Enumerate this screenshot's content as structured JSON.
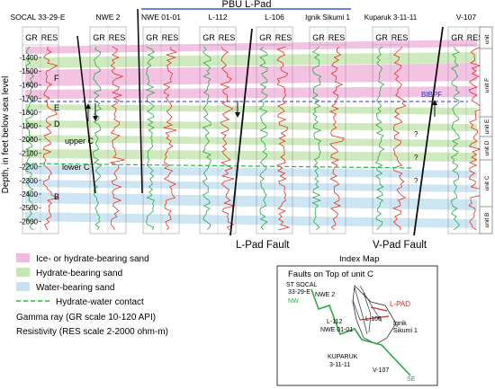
{
  "header": {
    "group_label": "PBU L-Pad"
  },
  "wells": [
    {
      "name": "SOCAL 33-29-E"
    },
    {
      "name": "NWE 2"
    },
    {
      "name": "NWE 01-01"
    },
    {
      "name": "L-112"
    },
    {
      "name": "L-106"
    },
    {
      "name": "Ignik Sikumi 1"
    },
    {
      "name": "Kuparuk 3-11-11"
    },
    {
      "name": "V-107"
    }
  ],
  "track_labels": {
    "gr": "GR",
    "res": "RES"
  },
  "y_axis": {
    "label": "Depth, in feet below sea level",
    "ticks": [
      "-1400",
      "-1500",
      "-1600",
      "-1700",
      "-1800",
      "-1900",
      "-2000",
      "-2100",
      "-2200",
      "-2300",
      "-2400",
      "-2500",
      "-2600"
    ]
  },
  "unit_column": {
    "header": "unit",
    "units": [
      "unit F",
      "unit E",
      "unit D",
      "unit C",
      "unit B"
    ]
  },
  "zone_labels": {
    "F": "F",
    "E": "E",
    "D": "D",
    "upper_c": "upper C",
    "lower_c": "lower C",
    "B": "B",
    "bibpf": "BIBPF"
  },
  "question_marks": [
    "?",
    "?",
    "?"
  ],
  "faults": {
    "l_pad": "L-Pad Fault",
    "v_pad": "V-Pad Fault"
  },
  "legend": {
    "items": [
      {
        "label": "Ice- or hydrate-bearing sand",
        "color": "#f2b8df"
      },
      {
        "label": "Hydrate-bearing sand",
        "color": "#c8e6b4"
      },
      {
        "label": "Water-bearing sand",
        "color": "#c6e2f2"
      }
    ],
    "contact_label": "Hydrate-water contact",
    "contact_color": "#2db34a",
    "gamma_label": "Gamma ray (GR scale 10-120 API)",
    "res_label": "Resistivity (RES scale 2-2000 ohm-m)"
  },
  "index_map": {
    "title": "Index Map",
    "subtitle": "Faults on Top of unit C",
    "labels": {
      "socal_1": "ST SOCAL",
      "socal_2": "33-29-E",
      "nw": "NW",
      "nwe2": "NWE 2",
      "lpad": "L-PAD",
      "l106": "L-106",
      "ignik_1": "Ignik",
      "ignik_2": "Sikumi 1",
      "l112": "L-112",
      "nwe0101": "NWE 01-01",
      "kuparuk_1": "KUPARUK",
      "kuparuk_2": "3-11-11",
      "v107": "V-107",
      "se": "SE"
    },
    "colors": {
      "section_line": "#2aa845",
      "lpad": "#d62b2b"
    }
  },
  "colors": {
    "gr_curve": "#2aa845",
    "res_curve": "#e8321e",
    "ice_band": "#f2b8df",
    "hydrate_band": "#c8e6b4",
    "water_band": "#c6e2f2",
    "header_line": "#3a5bd9",
    "bibpf_line": "#2f2fbf"
  }
}
